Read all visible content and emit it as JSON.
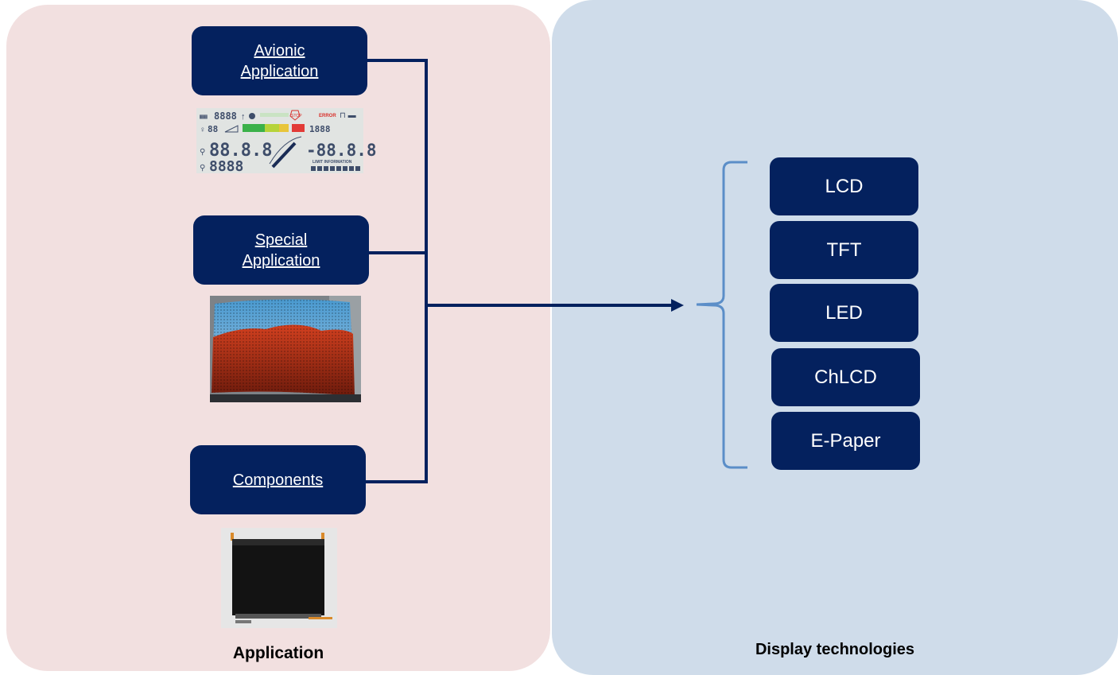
{
  "panels": {
    "application_title": "Application",
    "technologies_title": "Display technologies"
  },
  "applications": [
    {
      "line1": "Avionic",
      "line2": "Application"
    },
    {
      "line1": "Special",
      "line2": "Application"
    },
    {
      "line1": "Components",
      "line2": ""
    }
  ],
  "technologies": [
    "LCD",
    "TFT",
    "LED",
    "ChLCD",
    "E-Paper"
  ],
  "lcd_display_text": {
    "top_digits": "8888",
    "stop": "STOP",
    "error": "ERROR",
    "mid_digits_small": "88",
    "mid_digits_right": "1888",
    "big_left": "88.8.8",
    "big_right": "-88.8.8",
    "bottom_left": "8888",
    "limit_info": "LIMIT INFORMATION"
  },
  "colors": {
    "node_fill": "#04215e",
    "connector": "#04215e",
    "brace": "#5b8ec8",
    "left_panel": "#f2e0e0",
    "right_panel": "#cfdcea"
  }
}
